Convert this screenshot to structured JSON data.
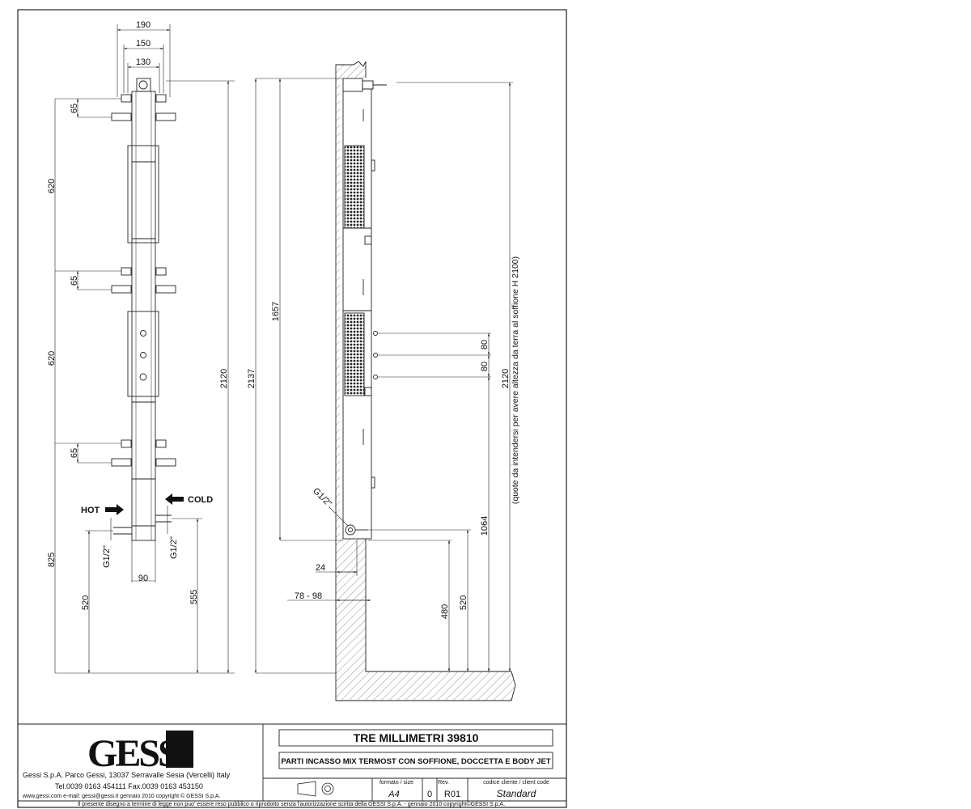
{
  "front_view": {
    "top_widths": [
      "190",
      "150",
      "130"
    ],
    "bracket_spacing": [
      "65",
      "65",
      "65"
    ],
    "segment_heights": [
      "620",
      "620"
    ],
    "bottom_height": "825",
    "overall_height": "2120",
    "inlet_height": "520",
    "outlet_height": "555",
    "base_width": "90",
    "thread_left": "G1/2\"",
    "thread_right": "G1/2\"",
    "hot_label": "HOT",
    "cold_label": "COLD"
  },
  "side_view": {
    "overall_height": "2137",
    "span_height": "1657",
    "thread_label": "G1/2\"",
    "depth_offset": "24",
    "wall_depth": "78 - 98",
    "jet_spacing_upper": "80",
    "jet_spacing_lower": "80",
    "outlet_height": "1064",
    "inlet_height_a": "480",
    "inlet_height_b": "520",
    "right_height": "2120",
    "note": "(quote da intendersi per avere altezza da terra al soffione H 2100)"
  },
  "title_block": {
    "logo": "GESSI",
    "company_line": "Gessi S.p.A. Parco Gessi, 13037 Serravalle Sesia (Vercelli) Italy",
    "phone_line": "Tel.0039 0163 454111 Fax.0039 0163 453150",
    "web_line": "www.gessi.com e-mail: gessi@gessi.it gennaio 2010 copyright © GESSI S.p.A.",
    "product_title": "TRE MILLIMETRI 39810",
    "product_subtitle": "PARTI INCASSO MIX TERMOST CON SOFFIONE, DOCCETTA E BODY JET",
    "format_label": "formato / size",
    "format_value": "A4",
    "rev_number": "0",
    "rev_label": "Rev.",
    "rev_value": "R01",
    "client_label": "codice cliente / client code",
    "client_value": "Standard",
    "footer": "Il presente disegno a termine di legge non puo' essere reso pubblico o riprodotto senza l'autorizzazione scritta della GESSI S.p.A. - gennaio 2010 copyright©GESSI S.p.A."
  }
}
